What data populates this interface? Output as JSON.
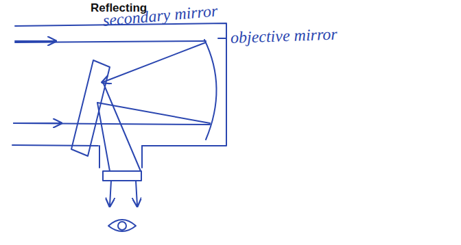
{
  "diagram": {
    "title": "Reflecting",
    "labels": [
      "secondary mirror",
      "objective mirror"
    ]
  }
}
